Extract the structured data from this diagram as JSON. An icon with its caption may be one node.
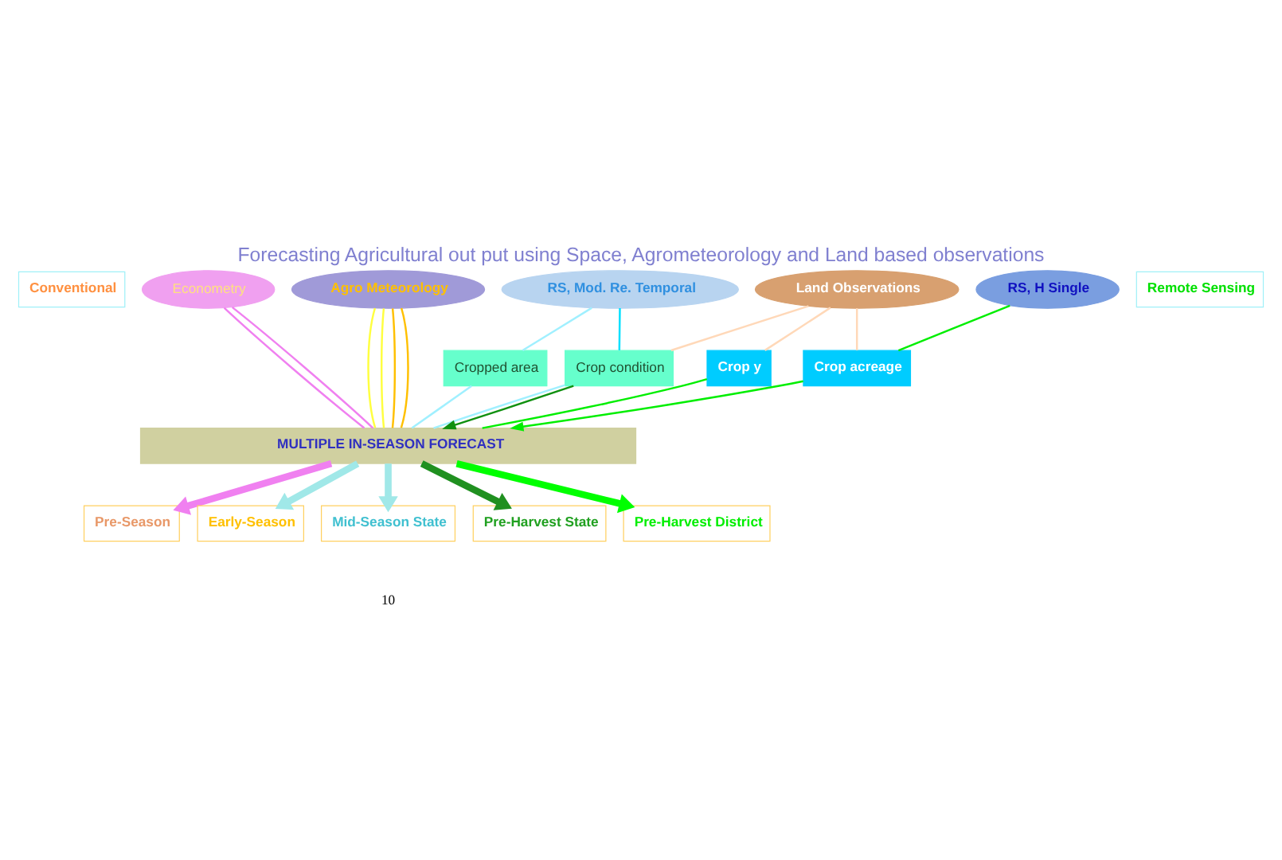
{
  "diagram": {
    "title": "Forecasting Agricultural out put using Space, Agrometeorology and Land based observations",
    "nodes": [
      {
        "text": [
          "Conventional"
        ]
      },
      {
        "text": [
          "Econometry"
        ]
      },
      {
        "text": [
          "Agro Meteorology"
        ]
      },
      {
        "text": [
          "Land Observations"
        ]
      },
      {
        "text": [
          "RS, Mod. Re. Temporal"
        ]
      },
      {
        "text": [
          "Remote Sensing"
        ]
      },
      {
        "text": [
          "RS, H Single"
        ]
      },
      {
        "text": [
          "Cropped area"
        ]
      },
      {
        "text": [
          "Crop condition"
        ]
      },
      {
        "text": [
          "Crop acreage"
        ]
      },
      {
        "text": [
          "Crop y"
        ]
      },
      {
        "text": [
          "MULTIPLE IN-SEASON FORECAST"
        ]
      },
      {
        "text": [
          "Pre-Season"
        ]
      },
      {
        "text": [
          "Early-Season"
        ]
      },
      {
        "text": [
          "Mid-Season State"
        ]
      },
      {
        "text": [
          "Pre-Harvest State"
        ]
      },
      {
        "text": [
          "Pre-Harvest District"
        ]
      }
    ],
    "edges": [
      {
        "from": 1,
        "to": 11,
        "arrow": "none",
        "color": "#f080f0"
      },
      {
        "from": 1,
        "to": 11,
        "arrow": "none",
        "color": "#f080f0"
      },
      {
        "from": 2,
        "to": 11,
        "arrow": "none",
        "color": "#ffff40"
      },
      {
        "from": 2,
        "to": 11,
        "arrow": "none",
        "color": "#ffff40"
      },
      {
        "from": 2,
        "to": 11,
        "arrow": "none",
        "color": "#ffc000"
      },
      {
        "from": 2,
        "to": 11,
        "arrow": "none",
        "color": "#ffc000"
      },
      {
        "from": 3,
        "to": 8,
        "arrow": "none",
        "color": "#ffd8b8"
      },
      {
        "from": 3,
        "to": 9,
        "arrow": "none",
        "color": "#ffd8b8"
      },
      {
        "from": 3,
        "to": 10,
        "arrow": "none",
        "color": "#ffd8b8"
      },
      {
        "from": 4,
        "to": 7,
        "arrow": "none",
        "color": "#a0f0ff"
      },
      {
        "from": 4,
        "to": 8,
        "arrow": "none",
        "color": "#00e0ff"
      },
      {
        "from": 6,
        "to": 9,
        "arrow": "none",
        "color": "#00ee00"
      },
      {
        "from": 7,
        "to": 11,
        "arrow": "none",
        "color": "#a0f0ff"
      },
      {
        "from": 8,
        "to": 11,
        "arrow": "none",
        "color": "#a0f0ff"
      },
      {
        "from": 8,
        "to": 11,
        "arrow": "to",
        "color": "#109010"
      },
      {
        "from": 9,
        "to": 11,
        "arrow": "to",
        "color": "#00ee00"
      },
      {
        "from": 10,
        "to": 11,
        "arrow": "none",
        "color": "#00ee00"
      },
      {
        "from": 11,
        "to": 12,
        "arrow": "to",
        "style": "thick",
        "color": "#f080f0"
      },
      {
        "from": 11,
        "to": 13,
        "arrow": "to",
        "style": "thick",
        "color": "#a0e8e8"
      },
      {
        "from": 11,
        "to": 14,
        "arrow": "to",
        "style": "thick",
        "color": "#a0e8e8"
      },
      {
        "from": 11,
        "to": 15,
        "arrow": "to",
        "style": "thick",
        "color": "#209020"
      },
      {
        "from": 11,
        "to": 16,
        "arrow": "to",
        "style": "thick",
        "color": "#00ff00"
      }
    ],
    "labels": [
      "10"
    ]
  }
}
